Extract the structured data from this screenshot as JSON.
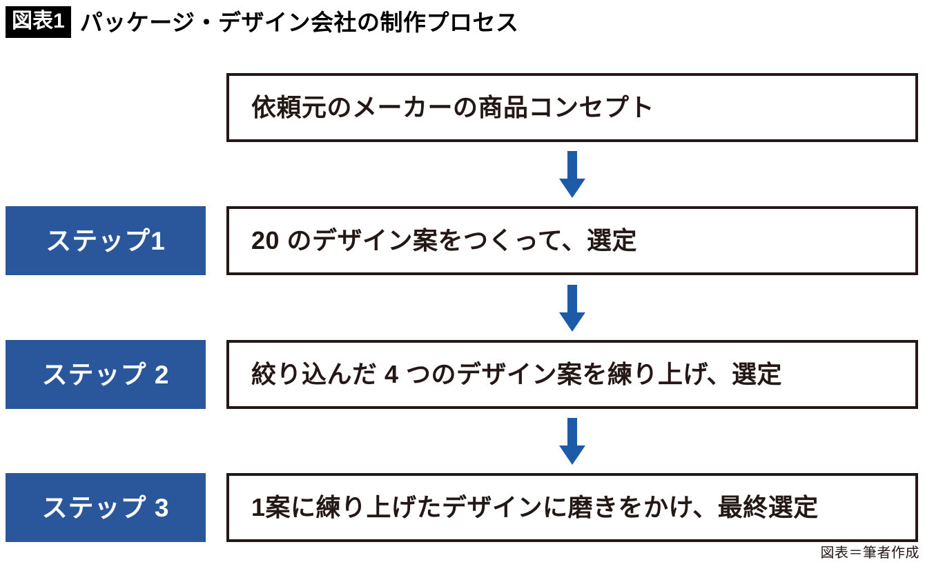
{
  "header": {
    "tag": "図表1",
    "title": "パッケージ・デザイン会社の制作プロセス"
  },
  "colors": {
    "badge_blue": "#2A569B",
    "arrow_blue": "#1D5AA8",
    "box_border": "#231815",
    "tag_background": "#000000",
    "page_background": "#FFFFFF"
  },
  "flow": {
    "nodes": [
      {
        "badge": "",
        "text": "依頼元のメーカーの商品コンセプト",
        "has_badge": false
      },
      {
        "badge": "ステップ1",
        "text": "20 のデザイン案をつくって、選定",
        "has_badge": true
      },
      {
        "badge": "ステップ 2",
        "text": "絞り込んだ 4 つのデザイン案を練り上げ、選定",
        "has_badge": true
      },
      {
        "badge": "ステップ 3",
        "text": "1案に練り上げたデザインに磨きをかけ、最終選定",
        "has_badge": true
      }
    ],
    "connectors": [
      {
        "direction": "down",
        "from": "依頼元のメーカーの商品コンセプト",
        "to": "ステップ1"
      },
      {
        "direction": "down",
        "from": "ステップ1",
        "to": "ステップ 2"
      },
      {
        "direction": "down",
        "from": "ステップ 2",
        "to": "ステップ 3"
      }
    ]
  },
  "footer": {
    "credit": "図表＝筆者作成"
  }
}
